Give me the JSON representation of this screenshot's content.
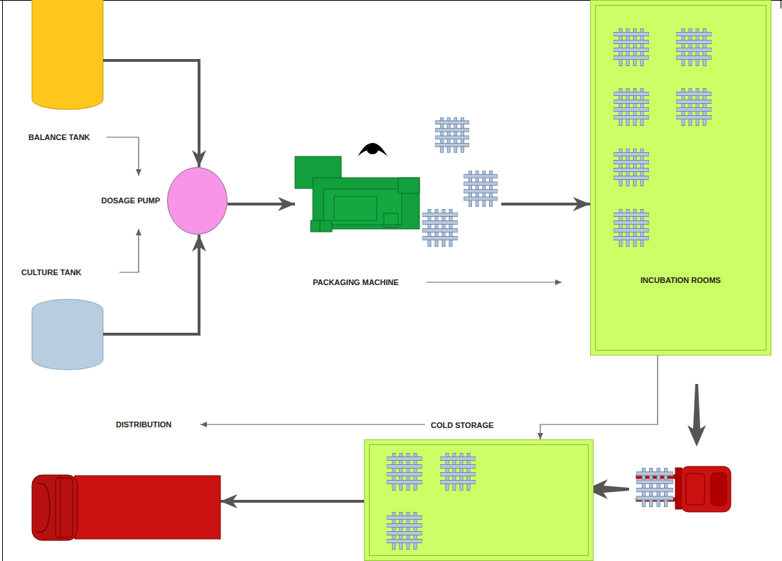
{
  "diagram": {
    "nodes": [
      {
        "text": [
          "BALANCE TANK"
        ]
      },
      {
        "text": [
          "CULTURE TANK"
        ]
      },
      {
        "text": [
          "DOSAGE PUMP"
        ]
      },
      {
        "text": [
          "PACKAGING MACHINE"
        ]
      },
      {
        "text": [
          "INCUBATION ROOMS"
        ]
      },
      {
        "text": [
          "COLD STORAGE"
        ]
      },
      {
        "text": [
          "DISTRIBUTION"
        ]
      }
    ],
    "edges": [
      {
        "from": 0,
        "to": 2,
        "arrow": "to"
      },
      {
        "from": 1,
        "to": 2,
        "arrow": "to"
      },
      {
        "from": 2,
        "to": 3,
        "arrow": "to"
      },
      {
        "from": 3,
        "to": 4,
        "arrow": "to"
      },
      {
        "from": 4,
        "to": 5,
        "arrow": "to"
      },
      {
        "from": 5,
        "to": 6,
        "arrow": "to"
      }
    ]
  }
}
